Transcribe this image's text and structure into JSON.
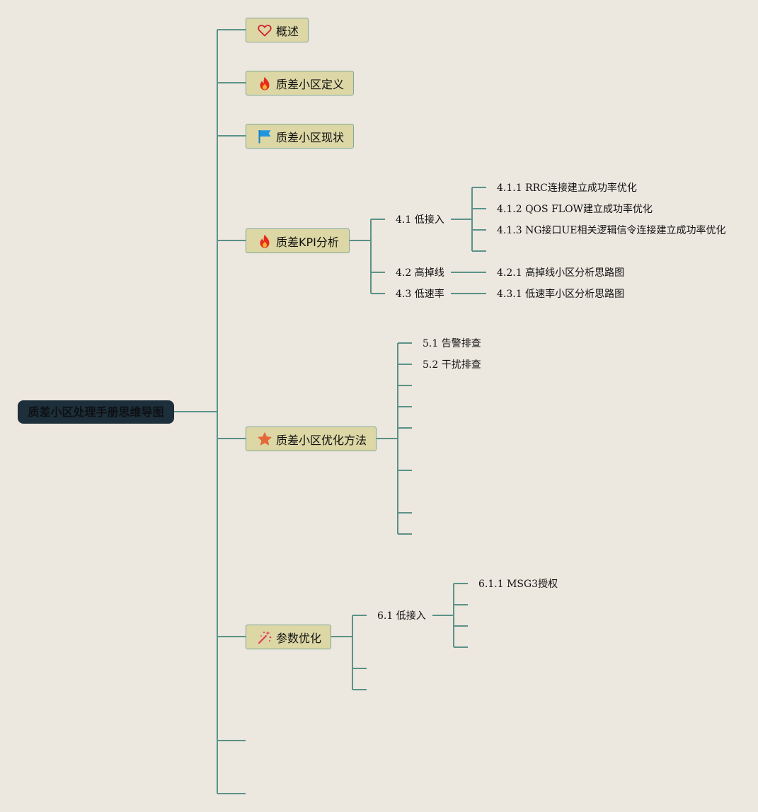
{
  "root": {
    "label": "质差小区处理手册思维导图"
  },
  "topics": [
    {
      "label": "概述",
      "icon": "heart-icon"
    },
    {
      "label": "质差小区定义",
      "icon": "fire-icon"
    },
    {
      "label": "质差小区现状",
      "icon": "flag-icon"
    },
    {
      "label": "质差KPI分析",
      "icon": "fire-icon",
      "children": [
        {
          "label": "4.1 低接入",
          "children": [
            "4.1.1 RRC连接建立成功率优化",
            "4.1.2 QOS FLOW建立成功率优化",
            "4.1.3 NG接口UE相关逻辑信令连接建立成功率优化"
          ]
        },
        {
          "label": "4.2 高掉线",
          "children": [
            "4.2.1 高掉线小区分析思路图"
          ]
        },
        {
          "label": "4.3 低速率",
          "children": [
            "4.3.1 低速率小区分析思路图"
          ]
        }
      ]
    },
    {
      "label": "质差小区优化方法",
      "icon": "star-icon",
      "children": [
        {
          "label": "5.1 告警排查"
        },
        {
          "label": "5.2 干扰排查"
        }
      ]
    },
    {
      "label": "参数优化",
      "icon": "magic-wand-icon",
      "children": [
        {
          "label": "6.1 低接入",
          "children": [
            "6.1.1 MSG3授权"
          ]
        }
      ]
    }
  ],
  "colors": {
    "background": "#ece7df",
    "connector": "#5b9288",
    "topic_fill": "#dcd7a5",
    "topic_border": "#7ea898",
    "root_fill": "#1c2f3a"
  }
}
